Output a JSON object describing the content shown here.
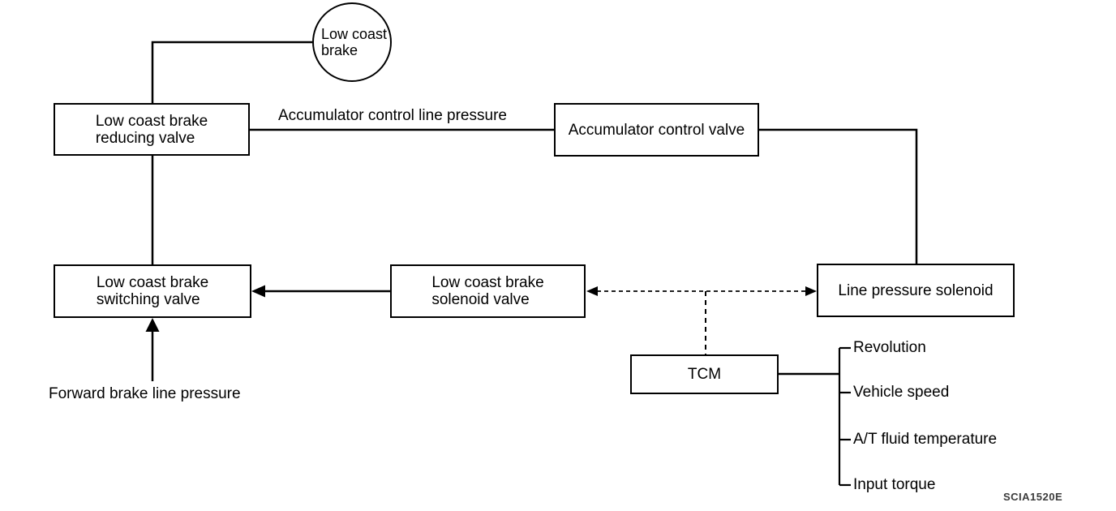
{
  "figure_code": "SCIA1520E",
  "nodes": {
    "low_coast_brake": {
      "line1": "Low coast",
      "line2": "brake"
    },
    "reducing_valve": {
      "line1": "Low coast brake",
      "line2": "reducing valve"
    },
    "switching_valve": {
      "line1": "Low coast brake",
      "line2": "switching valve"
    },
    "accumulator_valve": {
      "label": "Accumulator control valve"
    },
    "solenoid_valve": {
      "line1": "Low coast brake",
      "line2": "solenoid valve"
    },
    "line_pressure_solenoid": {
      "label": "Line pressure solenoid"
    },
    "tcm": {
      "label": "TCM"
    }
  },
  "labels": {
    "accumulator_line_pressure": "Accumulator control line pressure",
    "forward_brake_line_pressure": "Forward brake line pressure"
  },
  "tcm_inputs": [
    "Revolution",
    "Vehicle speed",
    "A/T fluid temperature",
    "Input torque"
  ],
  "colors": {
    "line": "#000000",
    "background": "#ffffff",
    "figure_code": "#3b3b3b"
  }
}
